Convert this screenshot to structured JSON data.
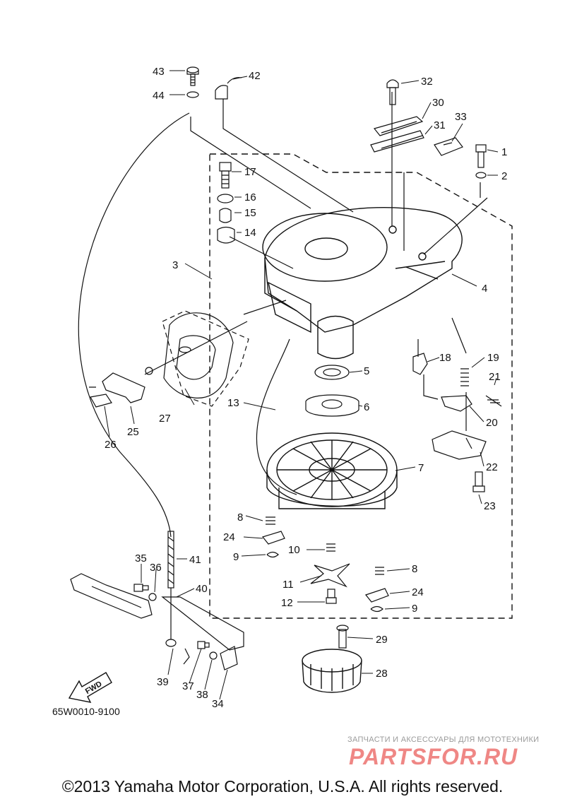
{
  "diagram_code": "65W0010-9100",
  "fwd_label": "FWD",
  "copyright": "©2013 Yamaha Motor Corporation, U.S.A. All rights reserved.",
  "watermark": {
    "subtitle": "ЗАПЧАСТИ И АКСЕССУАРЫ ДЛЯ МОТОТЕХНИКИ",
    "logo_text": "PARTSFOR.RU",
    "color": "#e53935"
  },
  "callouts": {
    "c1": "1",
    "c2": "2",
    "c3": "3",
    "c4": "4",
    "c5": "5",
    "c6": "6",
    "c7": "7",
    "c8a": "8",
    "c8b": "8",
    "c9a": "9",
    "c9b": "9",
    "c10": "10",
    "c11": "11",
    "c12": "12",
    "c13": "13",
    "c14": "14",
    "c15": "15",
    "c16": "16",
    "c17": "17",
    "c18": "18",
    "c19": "19",
    "c20": "20",
    "c21": "21",
    "c22": "22",
    "c23": "23",
    "c24a": "24",
    "c24b": "24",
    "c25": "25",
    "c26": "26",
    "c27": "27",
    "c28": "28",
    "c29": "29",
    "c30": "30",
    "c31": "31",
    "c32": "32",
    "c33": "33",
    "c34": "34",
    "c35": "35",
    "c36": "36",
    "c37": "37",
    "c38": "38",
    "c39": "39",
    "c40": "40",
    "c41": "41",
    "c42": "42",
    "c43": "43",
    "c44": "44"
  }
}
